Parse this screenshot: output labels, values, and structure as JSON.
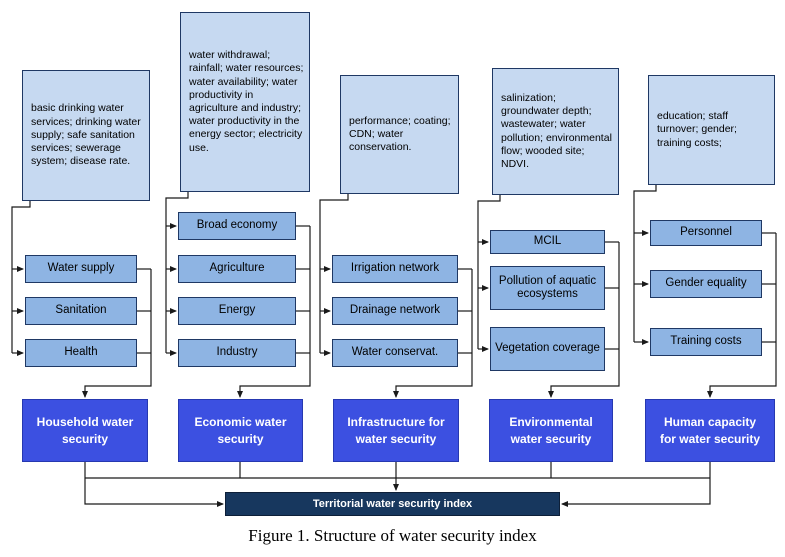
{
  "figure": {
    "caption": "Figure 1. Structure of water security index"
  },
  "index_box": {
    "label": "Territorial water security index"
  },
  "colors": {
    "indicator_fill": "#c6d9f1",
    "category_fill": "#8eb4e3",
    "security_fill": "#3c50e1",
    "index_fill": "#17375e",
    "line": "#1a1a1a"
  },
  "columns": [
    {
      "id": "household",
      "indicators": "basic drinking water services; drinking water supply; safe sanitation services; sewerage system; disease rate.",
      "categories": [
        "Water supply",
        "Sanitation",
        "Health"
      ],
      "security": "Household water security"
    },
    {
      "id": "economic",
      "indicators": "water withdrawal; rainfall; water resources; water availability; water productivity in agriculture and industry; water productivity in the energy sector; electricity use.",
      "categories": [
        "Broad economy",
        "Agriculture",
        "Energy",
        "Industry"
      ],
      "security": "Economic water security"
    },
    {
      "id": "infrastructure",
      "indicators": "performance; coating; CDN; water conservation.",
      "categories": [
        "Irrigation network",
        "Drainage network",
        "Water conservat."
      ],
      "security": "Infrastructure for water security"
    },
    {
      "id": "environmental",
      "indicators": "salinization; groundwater depth; wastewater; water pollution; environmental flow; wooded site; NDVI.",
      "categories": [
        "MCIL",
        "Pollution of aquatic ecosystems",
        "Vegetation coverage"
      ],
      "security": "Environmental water security"
    },
    {
      "id": "human-capacity",
      "indicators": "education; staff turnover; gender; training costs;",
      "categories": [
        "Personnel",
        "Gender equality",
        "Training costs"
      ],
      "security": "Human capacity for water security"
    }
  ]
}
